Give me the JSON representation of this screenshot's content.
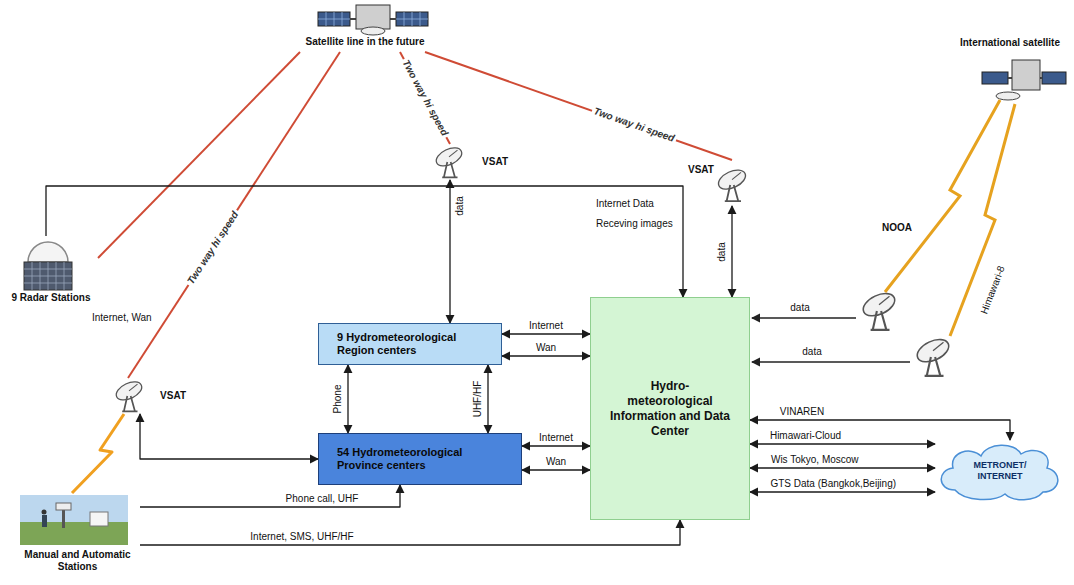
{
  "diagram": {
    "nodes": [
      {
        "text": [
          "Satellite line in the future"
        ]
      },
      {
        "text": [
          "International satellite"
        ]
      },
      {
        "text": [
          "9 Radar Stations"
        ]
      },
      {
        "text": [
          "VSAT"
        ]
      },
      {
        "text": [
          "VSAT"
        ]
      },
      {
        "text": [
          "VSAT"
        ]
      },
      {
        "text": [
          "9 Hydrometeorological Region centers"
        ]
      },
      {
        "text": [
          "54 Hydrometeorological Province centers"
        ]
      },
      {
        "text": [
          "Hydro- meteorological Information and Data Center"
        ]
      },
      {
        "text": [
          "METRONET/ INTERNET"
        ]
      },
      {
        "text": [
          "Manual and Automatic Stations"
        ]
      }
    ],
    "edges": [
      {
        "from": 0,
        "to": 3,
        "label": "Two way hi speed",
        "arrow": "none"
      },
      {
        "from": 0,
        "to": 4,
        "label": "Two way hi speed",
        "arrow": "none"
      },
      {
        "from": 0,
        "to": 5,
        "label": "Two way hi speed",
        "arrow": "none"
      },
      {
        "from": 0,
        "to": 2,
        "arrow": "none"
      },
      {
        "from": 5,
        "to": 10,
        "arrow": "none"
      },
      {
        "from": 3,
        "to": 6,
        "label": "data",
        "arrow": "both"
      },
      {
        "from": 4,
        "to": 8,
        "label": "data",
        "arrow": "both"
      },
      {
        "from": 5,
        "to": 7,
        "arrow": "both"
      },
      {
        "from": 6,
        "to": 8,
        "label": "Internet",
        "arrow": "both"
      },
      {
        "from": 6,
        "to": 8,
        "label": "Wan",
        "arrow": "both"
      },
      {
        "from": 6,
        "to": 7,
        "label": "Phone",
        "arrow": "both"
      },
      {
        "from": 6,
        "to": 7,
        "label": "UHF/HF",
        "arrow": "both"
      },
      {
        "from": 7,
        "to": 8,
        "label": "Internet",
        "arrow": "both"
      },
      {
        "from": 7,
        "to": 8,
        "label": "Wan",
        "arrow": "both"
      },
      {
        "from": 10,
        "to": 7,
        "label": "Phone call, UHF",
        "arrow": "to"
      },
      {
        "from": 10,
        "to": 8,
        "label": "Internet, SMS, UHF/HF",
        "arrow": "to"
      },
      {
        "from": 2,
        "to": 8,
        "arrow": "to"
      },
      {
        "from": 8,
        "to": 9,
        "label": "VINAREN",
        "arrow": "both"
      },
      {
        "from": 8,
        "to": 9,
        "label": "Himawari-Cloud",
        "arrow": "both"
      },
      {
        "from": 8,
        "to": 9,
        "label": "Wis Tokyo, Moscow",
        "arrow": "both"
      },
      {
        "from": 8,
        "to": 9,
        "label": "GTS Data (Bangkok,Beijing)",
        "arrow": "both"
      }
    ],
    "labels": [
      "Internet Data",
      "Receving images",
      "Internet, Wan",
      "data",
      "data",
      "NOOA",
      "Himawari-8"
    ]
  }
}
